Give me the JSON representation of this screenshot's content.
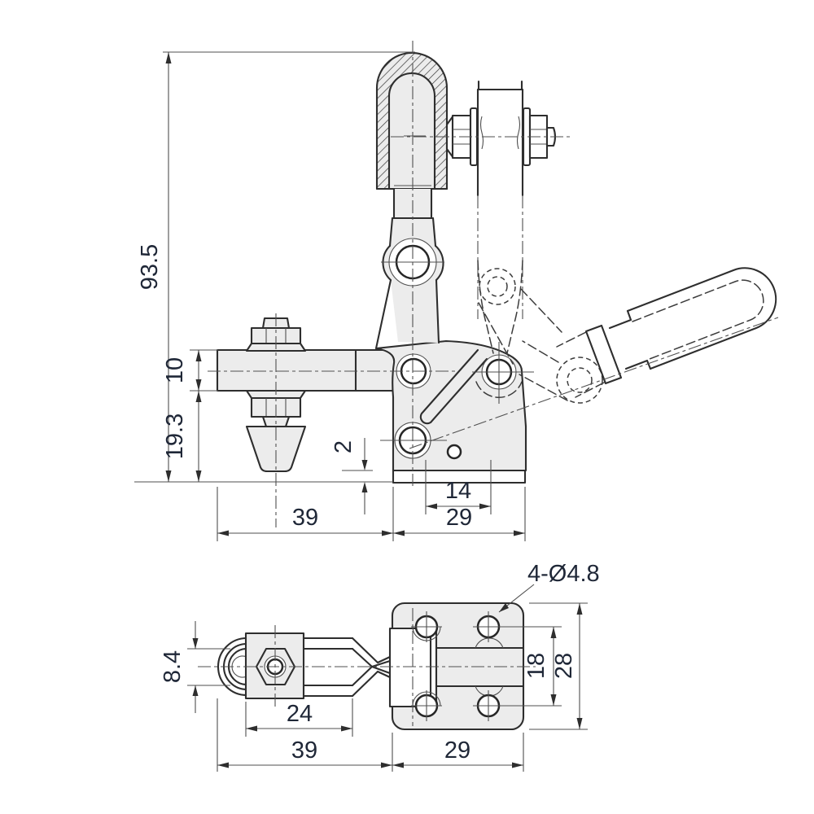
{
  "drawing": {
    "type": "engineering-drawing",
    "subject": "vertical-toggle-clamp-two-view",
    "background": "#ffffff",
    "line_color": "#2e2e2e",
    "metal_fill": "#ececec",
    "dim_text_color": "#1f2737"
  },
  "front_view": {
    "dim_overall_height": "93.5",
    "dim_arm_height": "10",
    "dim_arm_to_base": "19.3",
    "dim_base_lip": "2",
    "dim_arm_reach": "39",
    "dim_hole_spacing_x": "14",
    "dim_base_width": "29"
  },
  "top_view": {
    "dim_slot_width": "8.4",
    "dim_block_length": "24",
    "dim_arm_reach": "39",
    "dim_base_width": "29",
    "dim_hole_spacing_y": "18",
    "dim_base_depth": "28",
    "dim_mounting_holes": "4-Ø4.8"
  }
}
